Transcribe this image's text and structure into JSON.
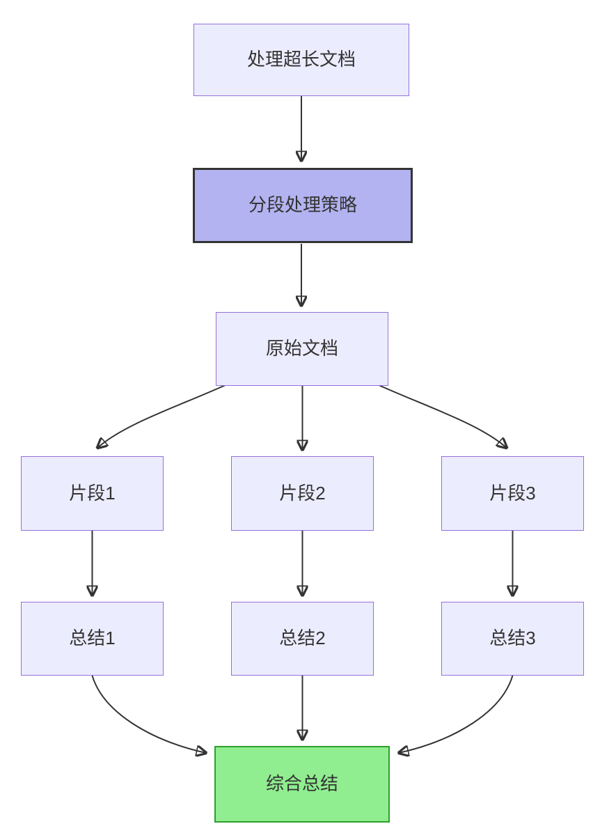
{
  "diagram": {
    "type": "flowchart",
    "direction": "top-down",
    "background": "#FFFFFF",
    "colors": {
      "default_fill": "#ECECFF",
      "default_border": "#9370DB",
      "highlight_fill": "#B3B3F1",
      "highlight_border": "#333333",
      "success_fill": "#90EE90",
      "success_border": "#2E9E2E",
      "edge": "#333333",
      "text": "#333333"
    },
    "nodes": [
      {
        "id": "doc",
        "label": "处理超长文档",
        "style": "default"
      },
      {
        "id": "strategy",
        "label": "分段处理策略",
        "style": "highlight"
      },
      {
        "id": "original",
        "label": "原始文档",
        "style": "default"
      },
      {
        "id": "chunk1",
        "label": "片段1",
        "style": "default"
      },
      {
        "id": "chunk2",
        "label": "片段2",
        "style": "default"
      },
      {
        "id": "chunk3",
        "label": "片段3",
        "style": "default"
      },
      {
        "id": "summary1",
        "label": "总结1",
        "style": "default"
      },
      {
        "id": "summary2",
        "label": "总结2",
        "style": "default"
      },
      {
        "id": "summary3",
        "label": "总结3",
        "style": "default"
      },
      {
        "id": "final",
        "label": "综合总结",
        "style": "success"
      }
    ],
    "edges": [
      {
        "from": "处理超长文档",
        "to": "分段处理策略"
      },
      {
        "from": "分段处理策略",
        "to": "原始文档"
      },
      {
        "from": "原始文档",
        "to": "片段1"
      },
      {
        "from": "原始文档",
        "to": "片段2"
      },
      {
        "from": "原始文档",
        "to": "片段3"
      },
      {
        "from": "片段1",
        "to": "总结1"
      },
      {
        "from": "片段2",
        "to": "总结2"
      },
      {
        "from": "片段3",
        "to": "总结3"
      },
      {
        "from": "总结1",
        "to": "综合总结"
      },
      {
        "from": "总结2",
        "to": "综合总结"
      },
      {
        "from": "总结3",
        "to": "综合总结"
      }
    ]
  }
}
